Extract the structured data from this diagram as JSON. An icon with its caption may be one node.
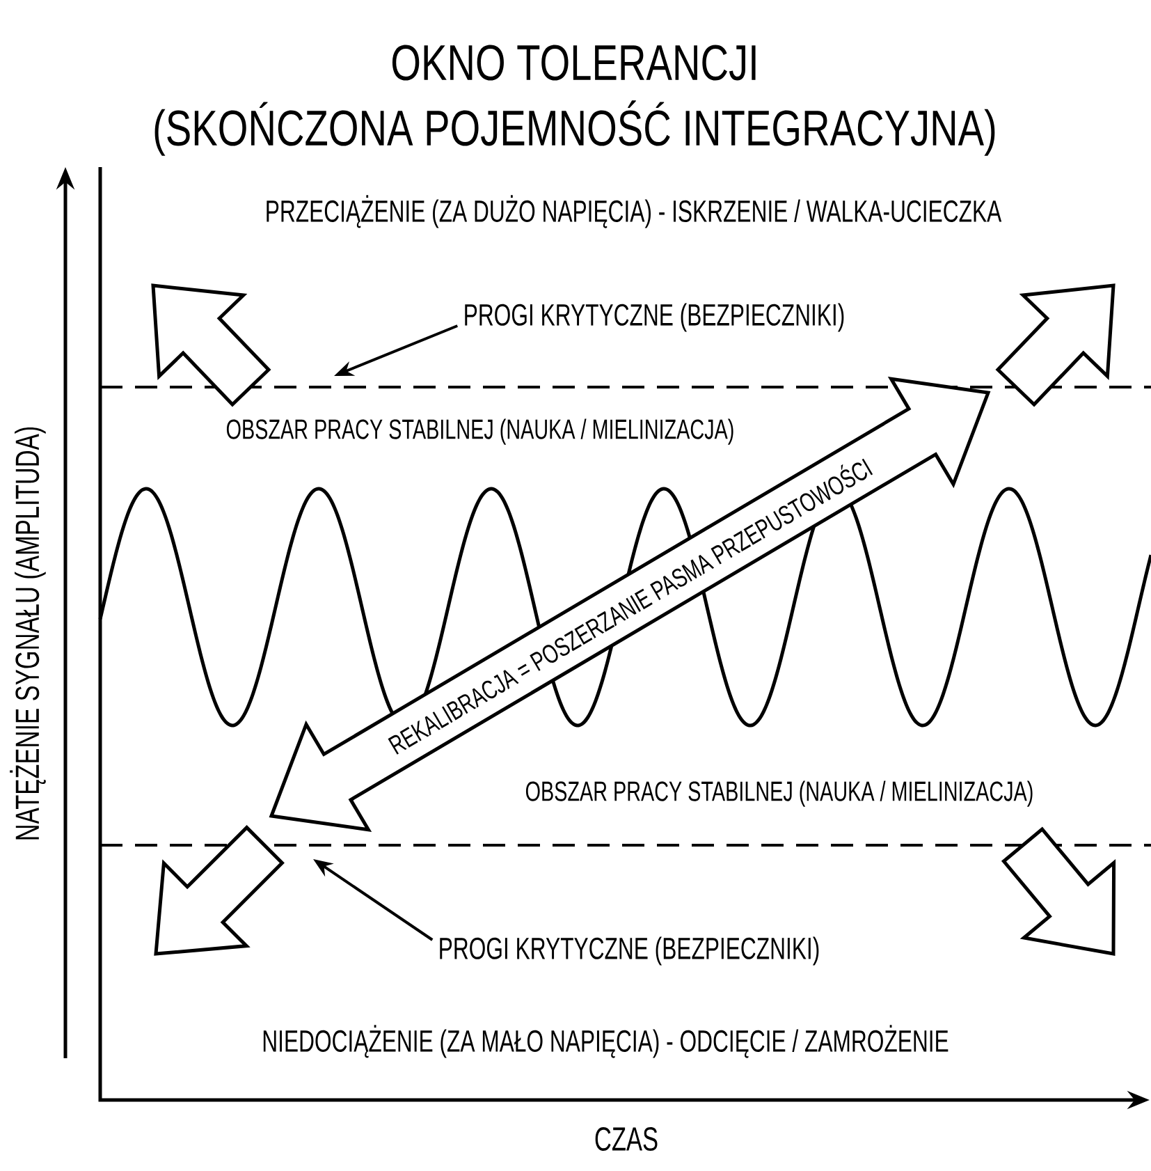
{
  "diagram": {
    "title": "OKNO TOLERANCJI",
    "nodes": [
      {
        "text": [
          "PROGI KRYTYCZNE (BEZPIECZNIKI)"
        ]
      },
      {
        "text": [
          "PROGI KRYTYCZNE (BEZPIECZNIKI)"
        ]
      }
    ],
    "edges": [
      {
        "from": 0,
        "to": null,
        "arrow": "to"
      },
      {
        "from": 1,
        "to": null,
        "arrow": "to"
      }
    ],
    "labels": [
      "(SKOŃCZONA POJEMNOŚĆ INTEGRACYJNA)",
      "PRZECIĄŻENIE (ZA DUŻO NAPIĘCIA) - ISKRZENIE / WALKA-UCIECZKA",
      "OBSZAR PRACY STABILNEJ (NAUKA / MIELINIZACJA)",
      "REKALIBRACJA = POSZERZANIE PASMA PRZEPUSTOWOŚCI",
      "OBSZAR PRACY STABILNEJ (NAUKA / MIELINIZACJA)",
      "NIEDOCIĄŻENIE (ZA MAŁO NAPIĘCIA) - ODCIĘCIE / ZAMROŻENIE",
      "NATĘŻENIE SYGNAŁU (AMPLITUDA)",
      "CZAS"
    ]
  }
}
